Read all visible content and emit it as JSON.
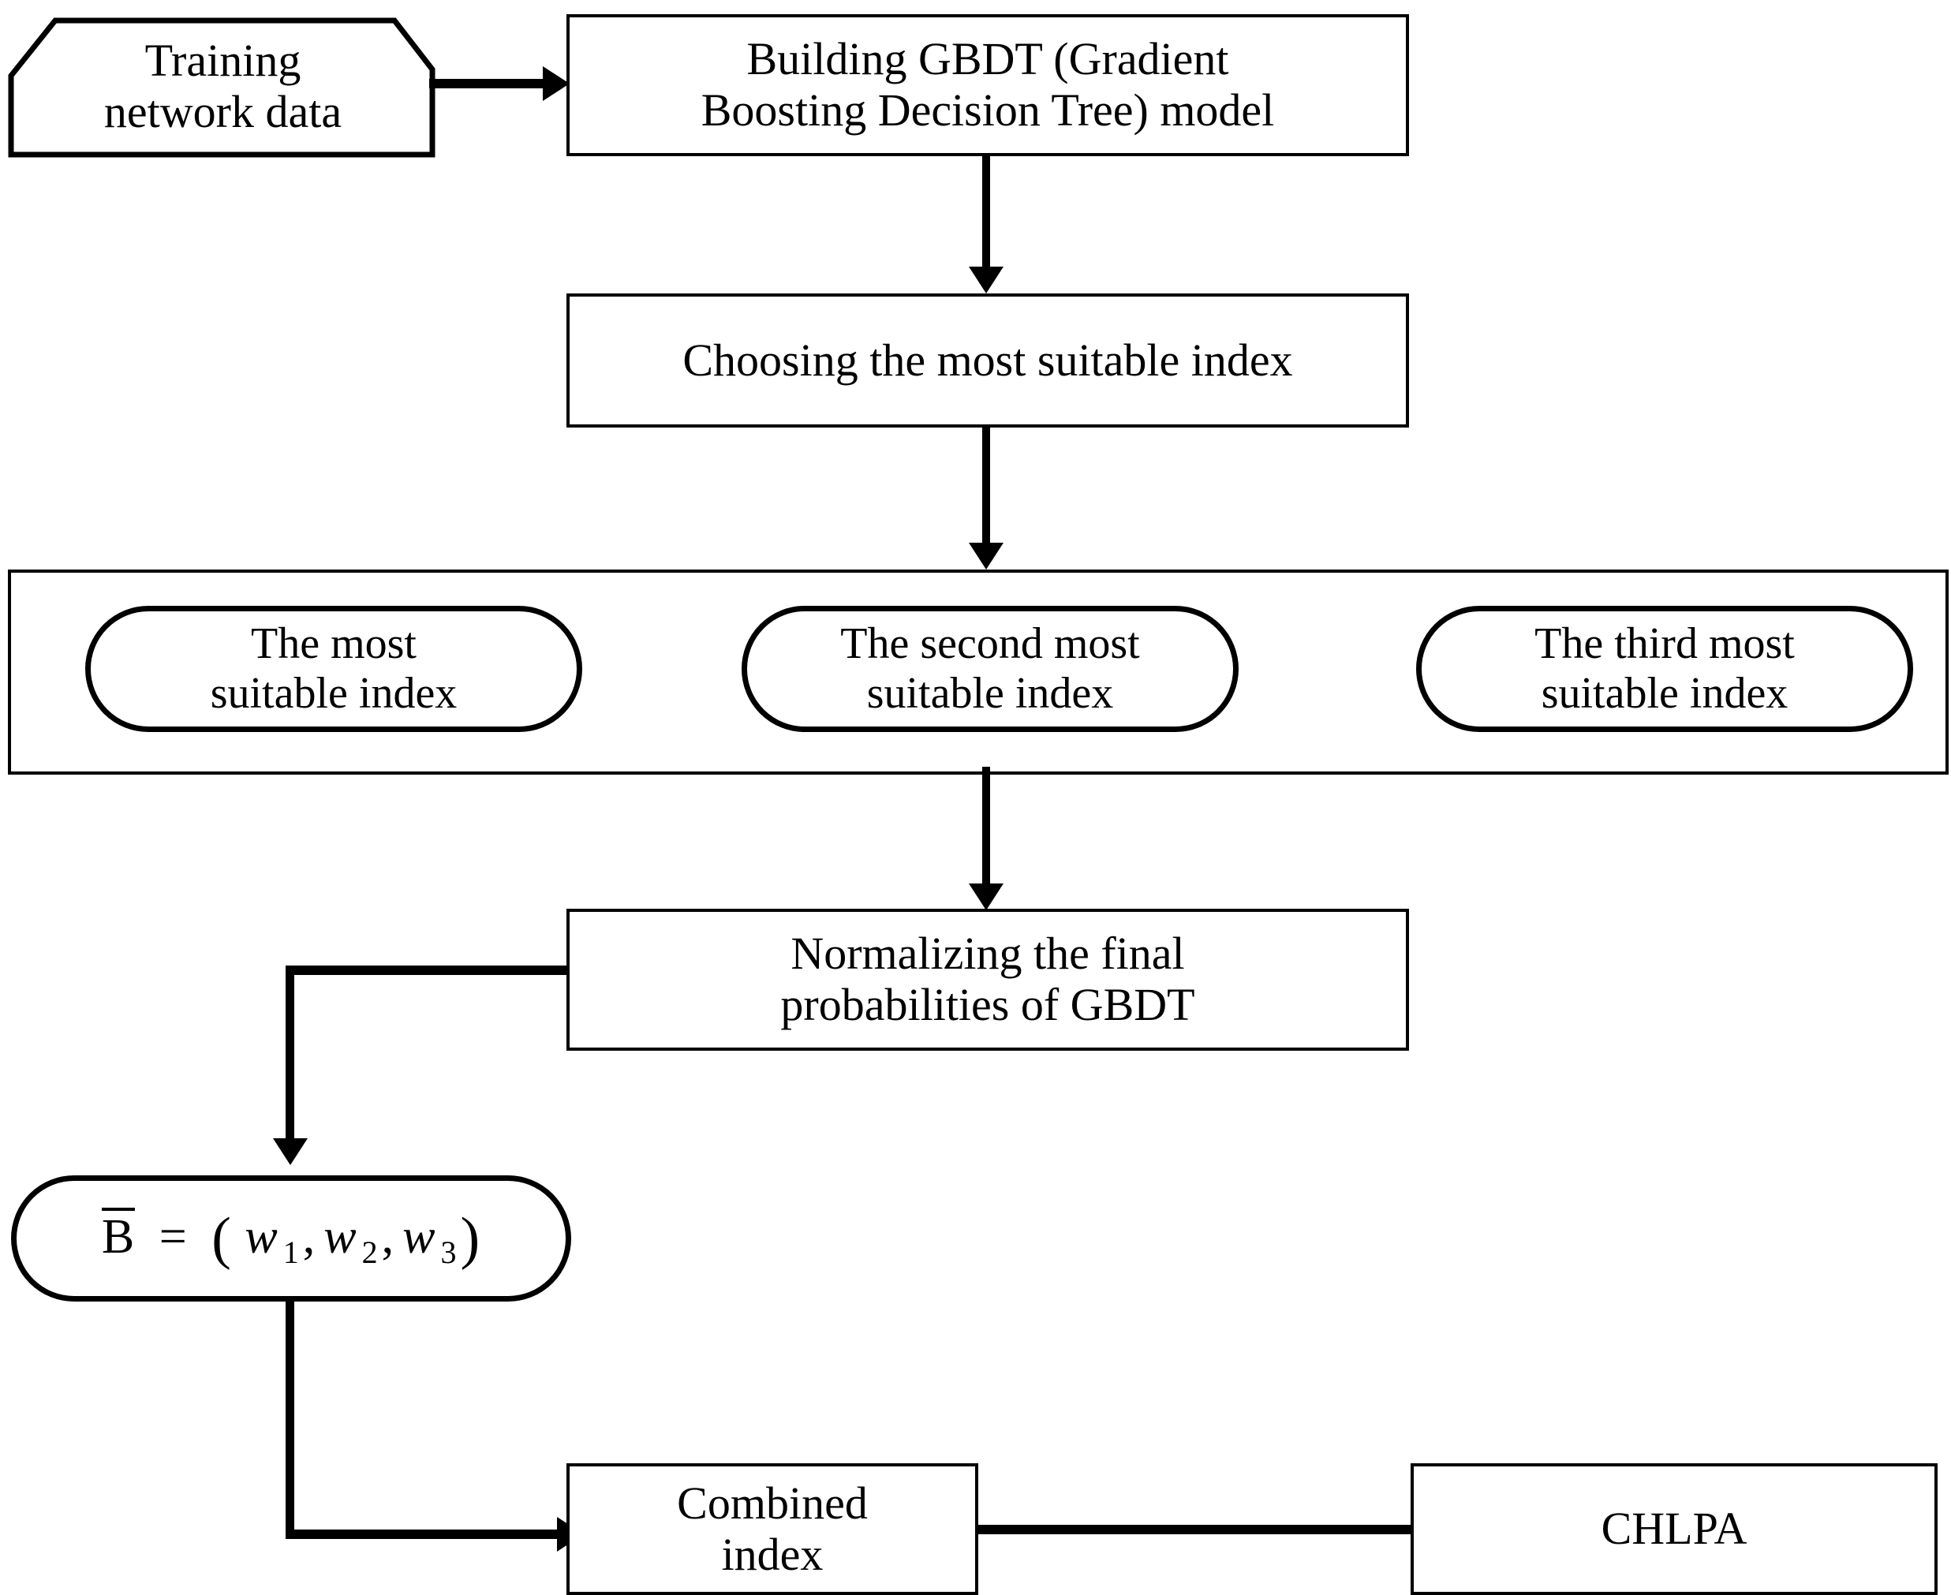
{
  "diagram": {
    "title": "GBDT-based combined index flowchart",
    "background": "#ffffff",
    "stroke": "#000000",
    "nodes": {
      "training_data": {
        "label": "Training\nnetwork data",
        "shape": "cut-corner-box"
      },
      "build_gbdt": {
        "label": "Building GBDT (Gradient\nBoosting Decision Tree) model",
        "shape": "rect"
      },
      "choose_index": {
        "label": "Choosing the most suitable index",
        "shape": "rect"
      },
      "index_group": {
        "label": "",
        "shape": "group-box"
      },
      "index_first": {
        "label": "The most\nsuitable index",
        "shape": "stadium"
      },
      "index_second": {
        "label": "The second most\nsuitable index",
        "shape": "stadium"
      },
      "index_third": {
        "label": "The third most\nsuitable index",
        "shape": "stadium"
      },
      "normalize": {
        "label": "Normalizing the final\nprobabilities of GBDT",
        "shape": "rect"
      },
      "weight_vector": {
        "shape": "stadium",
        "lhs": "B",
        "equals": "=",
        "open_paren": "(",
        "close_paren": ")",
        "var": "w",
        "subs": [
          "1",
          "2",
          "3"
        ],
        "comma": ",",
        "plain": "B = ( w 1 , w 2 , w 3 )"
      },
      "combined_index": {
        "label": "Combined\nindex",
        "shape": "rect"
      },
      "chlpa": {
        "label": "CHLPA",
        "shape": "rect"
      }
    },
    "edges": [
      {
        "from": "training_data",
        "to": "build_gbdt",
        "type": "arrow-right"
      },
      {
        "from": "build_gbdt",
        "to": "choose_index",
        "type": "arrow-down"
      },
      {
        "from": "choose_index",
        "to": "index_group",
        "type": "arrow-down"
      },
      {
        "from": "index_group",
        "to": "normalize",
        "type": "arrow-down"
      },
      {
        "from": "normalize",
        "to": "weight_vector",
        "type": "elbow-left-down"
      },
      {
        "from": "weight_vector",
        "to": "combined_index",
        "type": "elbow-down-right"
      },
      {
        "from": "combined_index",
        "to": "chlpa",
        "type": "arrow-right"
      }
    ]
  }
}
